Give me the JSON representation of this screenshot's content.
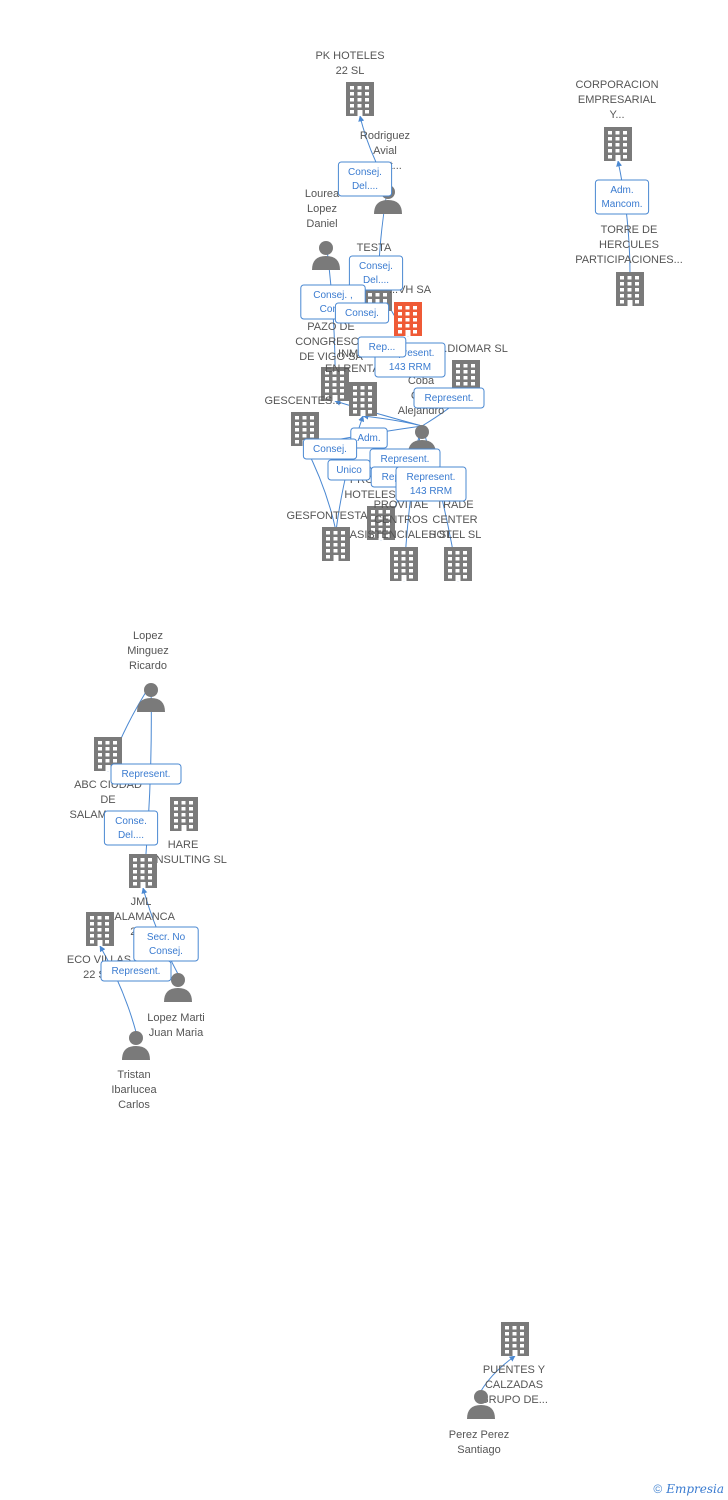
{
  "nodes": [
    {
      "id": "pk",
      "type": "company",
      "label": [
        "PK HOTELES",
        "22 SL"
      ]
    },
    {
      "id": "corp",
      "type": "company",
      "label": [
        "CORPORACION",
        "EMPRESARIAL",
        "Y..."
      ]
    },
    {
      "id": "torre",
      "type": "company",
      "label": [
        "TORRE DE",
        "HERCULES",
        "PARTICIPACIONES..."
      ]
    },
    {
      "id": "rod",
      "type": "person",
      "label": [
        "Rodriguez",
        "Avial",
        "...ent..."
      ]
    },
    {
      "id": "lou",
      "type": "person",
      "label": [
        "Lourea",
        "Lopez",
        "Daniel"
      ]
    },
    {
      "id": "testa",
      "type": "company",
      "label": [
        "TESTA",
        "...S... SL"
      ]
    },
    {
      "id": "vh",
      "type": "company",
      "label": [
        "...VH SA"
      ],
      "focus": true
    },
    {
      "id": "pazo",
      "type": "company",
      "label": [
        "PAZO DE",
        "CONGRESOS",
        "DE VIGO SA"
      ]
    },
    {
      "id": "inmo",
      "type": "company",
      "label": [
        "INMO...",
        "EN RENTA..."
      ]
    },
    {
      "id": "diomar",
      "type": "company",
      "label": [
        "...DIOMAR SL"
      ]
    },
    {
      "id": "coba",
      "type": "person",
      "label": [
        "Coba",
        "Cr...",
        "Alejandro"
      ]
    },
    {
      "id": "gescentes",
      "type": "company",
      "label": [
        "GESCENTES..."
      ]
    },
    {
      "id": "gesfon",
      "type": "company",
      "label": [
        "GESFONTESTA SL"
      ]
    },
    {
      "id": "pros",
      "type": "company",
      "label": [
        "PROS...",
        "HOTELES"
      ]
    },
    {
      "id": "provitae",
      "type": "company",
      "label": [
        "PROVITAE",
        "CENTROS",
        "ASISTENCIALES SL"
      ]
    },
    {
      "id": "trade",
      "type": "company",
      "label": [
        "TRADE",
        "CENTER",
        "HOTEL SL"
      ]
    },
    {
      "id": "lopezm",
      "type": "person",
      "label": [
        "Lopez",
        "Minguez",
        "Ricardo"
      ]
    },
    {
      "id": "abc",
      "type": "company",
      "label": [
        "ABC CIUDAD",
        "DE",
        "SALAMANCA..."
      ]
    },
    {
      "id": "hare",
      "type": "company",
      "label": [
        "HARE",
        "CONSULTING SL"
      ]
    },
    {
      "id": "jml",
      "type": "company",
      "label": [
        "JML",
        "SALAMANCA",
        "22..."
      ]
    },
    {
      "id": "eco",
      "type": "company",
      "label": [
        "ECO VILLAS",
        "22 S..."
      ]
    },
    {
      "id": "lmarti",
      "type": "person",
      "label": [
        "Lopez Marti",
        "Juan Maria"
      ]
    },
    {
      "id": "tristan",
      "type": "person",
      "label": [
        "Tristan",
        "Ibarlucea",
        "Carlos"
      ]
    },
    {
      "id": "puentes",
      "type": "company",
      "label": [
        "PUENTES Y",
        "CALZADAS",
        "GRUPO DE..."
      ]
    },
    {
      "id": "perez",
      "type": "person",
      "label": [
        "Perez Perez",
        "Santiago"
      ]
    }
  ],
  "edges": [
    {
      "from": "rod",
      "to": "pk",
      "label": [
        "Consej.",
        "Del...."
      ]
    },
    {
      "from": "torre",
      "to": "corp",
      "label": [
        "Adm.",
        "Mancom."
      ]
    },
    {
      "from": "rod",
      "to": "testa",
      "label": [
        "Consej.",
        "Del...."
      ]
    },
    {
      "from": "lou",
      "to": "pazo",
      "label": [
        "Consej. ,",
        "Con..."
      ]
    },
    {
      "from": "testa",
      "to": "vh",
      "label": [
        "Consej."
      ]
    },
    {
      "from": "coba",
      "to": "inmo",
      "label": [
        "Represent.",
        "143 RRM"
      ]
    },
    {
      "from": "coba",
      "to": "pazo",
      "label": [
        "Rep..."
      ]
    },
    {
      "from": "coba",
      "to": "diomar",
      "label": [
        "Represent."
      ]
    },
    {
      "from": "coba",
      "to": "gescentes",
      "label": [
        "Adm."
      ]
    },
    {
      "from": "gesfon",
      "to": "gescentes",
      "label": [
        "Consej."
      ]
    },
    {
      "from": "gesfon",
      "to": "inmo",
      "label": [
        "Unico"
      ]
    },
    {
      "from": "coba",
      "to": "pros",
      "label": [
        "Represent."
      ]
    },
    {
      "from": "coba",
      "to": "provitae",
      "label": [
        "Rep..."
      ]
    },
    {
      "from": "coba",
      "to": "trade",
      "label": [
        "Represent.",
        "143 RRM"
      ]
    },
    {
      "from": "lopezm",
      "to": "abc",
      "label": [
        "Represent."
      ]
    },
    {
      "from": "lopezm",
      "to": "jml",
      "label": [
        "Conse.",
        "Del...."
      ]
    },
    {
      "from": "lmarti",
      "to": "jml",
      "label": [
        "Secr.  No",
        "Consej."
      ]
    },
    {
      "from": "tristan",
      "to": "eco",
      "label": [
        "Represent."
      ]
    },
    {
      "from": "perez",
      "to": "puentes",
      "label": []
    }
  ],
  "credit": {
    "symbol": "©",
    "brand": "Empresia"
  }
}
